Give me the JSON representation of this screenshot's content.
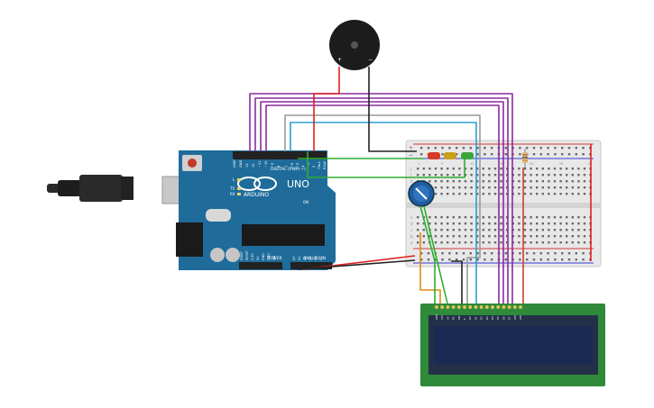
{
  "arduino": {
    "brand": "ARDUINO",
    "model": "UNO",
    "header_digital": "DIGITAL (PWM ~)",
    "header_power": "POWER",
    "header_analog": "ANALOG IN",
    "aref": "AREF",
    "gnd": "GND",
    "pin13": "13",
    "pin12": "12",
    "pin11": "~11",
    "pin10": "~10",
    "pin9": "~9",
    "pin8": "8",
    "pin7": "7",
    "pin6": "~6",
    "pin5": "~5",
    "pin4": "4",
    "pin3": "~3",
    "pin2": "2",
    "tx": "TX▸1",
    "rx": "RX◂0",
    "led_l": "L",
    "led_tx": "TX",
    "led_rx": "RX",
    "on": "ON",
    "ioref": "IOREF",
    "reset": "RESET",
    "v33": "3.3V",
    "v5": "5V",
    "gnd1": "GND",
    "gnd2": "GND",
    "vin": "Vin",
    "a0": "A0",
    "a1": "A1",
    "a2": "A2",
    "a3": "A3",
    "a4": "A4",
    "a5": "A5"
  },
  "breadboard": {
    "row_a": "a",
    "row_b": "b",
    "row_c": "c",
    "row_d": "d",
    "row_e": "e",
    "row_f": "f",
    "row_g": "g",
    "row_h": "h",
    "row_i": "i",
    "row_j": "j",
    "plus": "+",
    "minus": "−",
    "col1": "1",
    "col5": "5",
    "col10": "10",
    "col15": "15",
    "col20": "20",
    "col25": "25",
    "col30": "30"
  },
  "buzzer": {
    "plus": "+",
    "minus": "−"
  },
  "lcd": {
    "pins": [
      "GND",
      "VCC",
      "V0",
      "RS",
      "RW",
      "E",
      "D0",
      "D1",
      "D2",
      "D3",
      "D4",
      "D5",
      "D6",
      "D7",
      "LED",
      "LED"
    ]
  },
  "colors": {
    "arduino_blue": "#1f6c9b",
    "breadboard": "#e8e8e8",
    "lcd_pcb": "#2f8a3a",
    "lcd_screen": "#1a2a52",
    "led_red": "#d63a2a",
    "led_yellow": "#c8a118",
    "led_green": "#3aa53a",
    "wire_purple": "#8a2a9e",
    "wire_blue": "#2a9ed4",
    "wire_red": "#e02020",
    "wire_black": "#222222",
    "wire_green": "#2fae2f",
    "wire_orange": "#e38a10",
    "wire_gray": "#9a9a9a"
  }
}
